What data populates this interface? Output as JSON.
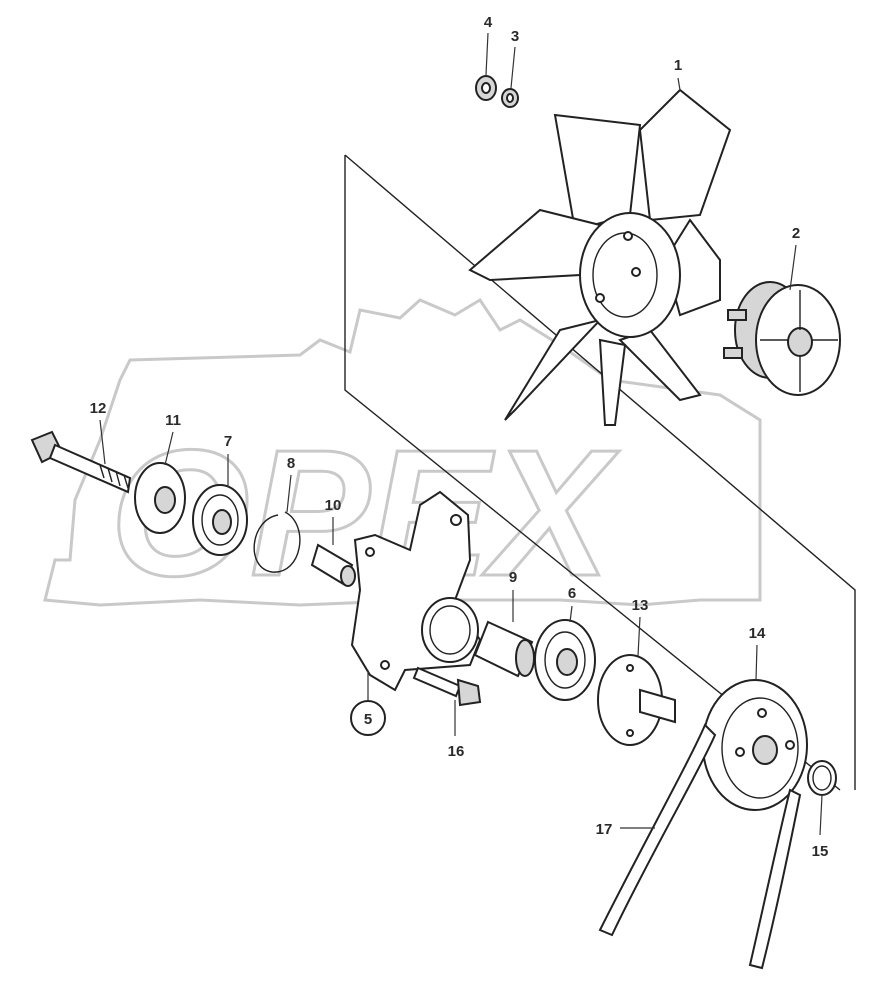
{
  "watermark": {
    "text": "OPEX"
  },
  "callouts": [
    {
      "id": "1",
      "label": "1"
    },
    {
      "id": "2",
      "label": "2"
    },
    {
      "id": "3",
      "label": "3"
    },
    {
      "id": "4",
      "label": "4"
    },
    {
      "id": "5",
      "label": "5"
    },
    {
      "id": "6",
      "label": "6"
    },
    {
      "id": "7",
      "label": "7"
    },
    {
      "id": "8",
      "label": "8"
    },
    {
      "id": "9",
      "label": "9"
    },
    {
      "id": "10",
      "label": "10"
    },
    {
      "id": "11",
      "label": "11"
    },
    {
      "id": "12",
      "label": "12"
    },
    {
      "id": "13",
      "label": "13"
    },
    {
      "id": "14",
      "label": "14"
    },
    {
      "id": "15",
      "label": "15"
    },
    {
      "id": "16",
      "label": "16"
    },
    {
      "id": "17",
      "label": "17"
    }
  ]
}
